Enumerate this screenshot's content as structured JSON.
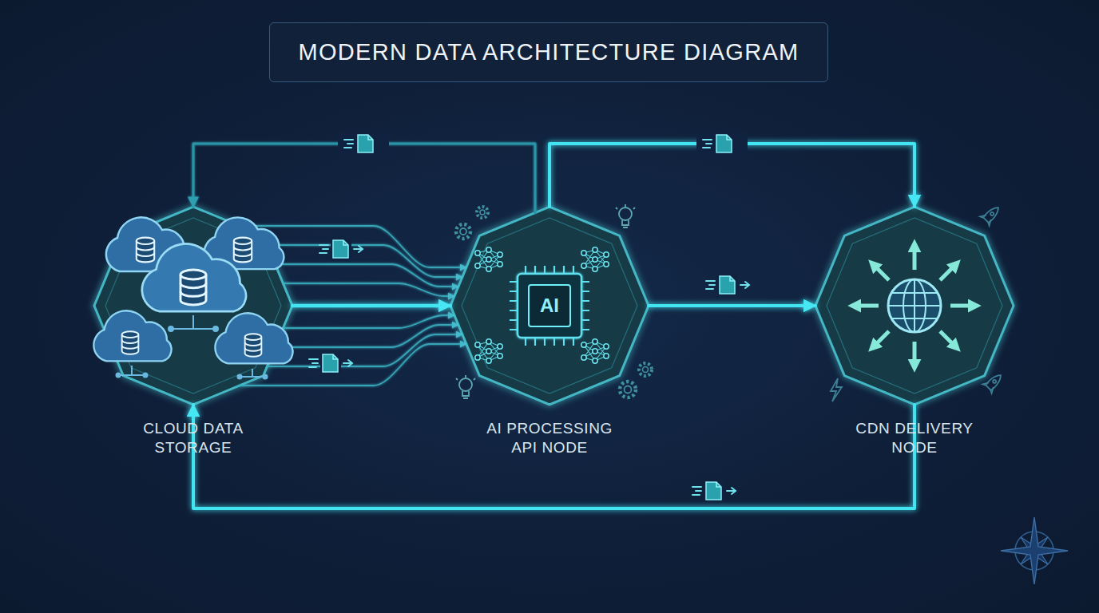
{
  "diagram": {
    "title": "MODERN DATA ARCHITECTURE DIAGRAM",
    "nodes": [
      {
        "text": [
          "CLOUD DATA STORAGE"
        ]
      },
      {
        "text": [
          "AI",
          "AI PROCESSING API NODE"
        ]
      },
      {
        "text": [
          "CDN DELIVERY NODE"
        ]
      }
    ],
    "edges": [
      {
        "from": 0,
        "to": 1,
        "arrow": "to"
      },
      {
        "from": 0,
        "to": 1,
        "arrow": "to"
      },
      {
        "from": 0,
        "to": 1,
        "arrow": "to"
      },
      {
        "from": 0,
        "to": 1,
        "arrow": "to"
      },
      {
        "from": 0,
        "to": 1,
        "arrow": "to"
      },
      {
        "from": 0,
        "to": 1,
        "arrow": "to"
      },
      {
        "from": 0,
        "to": 1,
        "arrow": "to"
      },
      {
        "from": 0,
        "to": 1,
        "arrow": "to"
      },
      {
        "from": 0,
        "to": 1,
        "arrow": "to"
      },
      {
        "from": 1,
        "to": 2,
        "arrow": "to"
      },
      {
        "from": 1,
        "to": 2,
        "arrow": "to"
      },
      {
        "from": 1,
        "to": 0,
        "arrow": "to"
      },
      {
        "from": 2,
        "to": 0,
        "arrow": "to"
      }
    ]
  }
}
